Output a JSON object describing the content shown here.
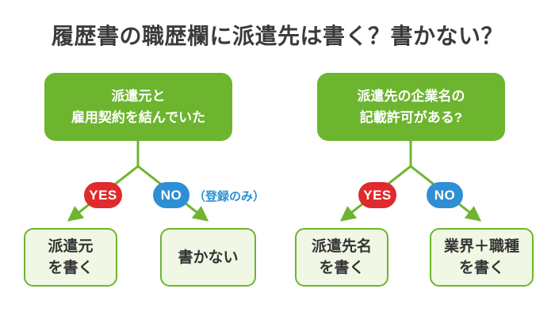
{
  "title": "履歴書の職歴欄に派遣先は書く？書かない？",
  "colors": {
    "green": "#6db52f",
    "light_green_fill": "#f0f7e4",
    "red": "#e02a2b",
    "blue": "#2f8fd5",
    "title_text": "#3b3b3b",
    "result_text": "#333333",
    "background": "#ffffff"
  },
  "flowchart": {
    "left": {
      "question": "派遣元と\n雇用契約を結んでいた",
      "yes_label": "YES",
      "no_label": "NO",
      "no_note": "（登録のみ）",
      "yes_result": "派遣元\nを書く",
      "no_result": "書かない"
    },
    "right": {
      "question": "派遣先の企業名の\n記載許可がある?",
      "yes_label": "YES",
      "no_label": "NO",
      "yes_result": "派遣先名\nを書く",
      "no_result": "業界＋職種\nを書く"
    }
  }
}
